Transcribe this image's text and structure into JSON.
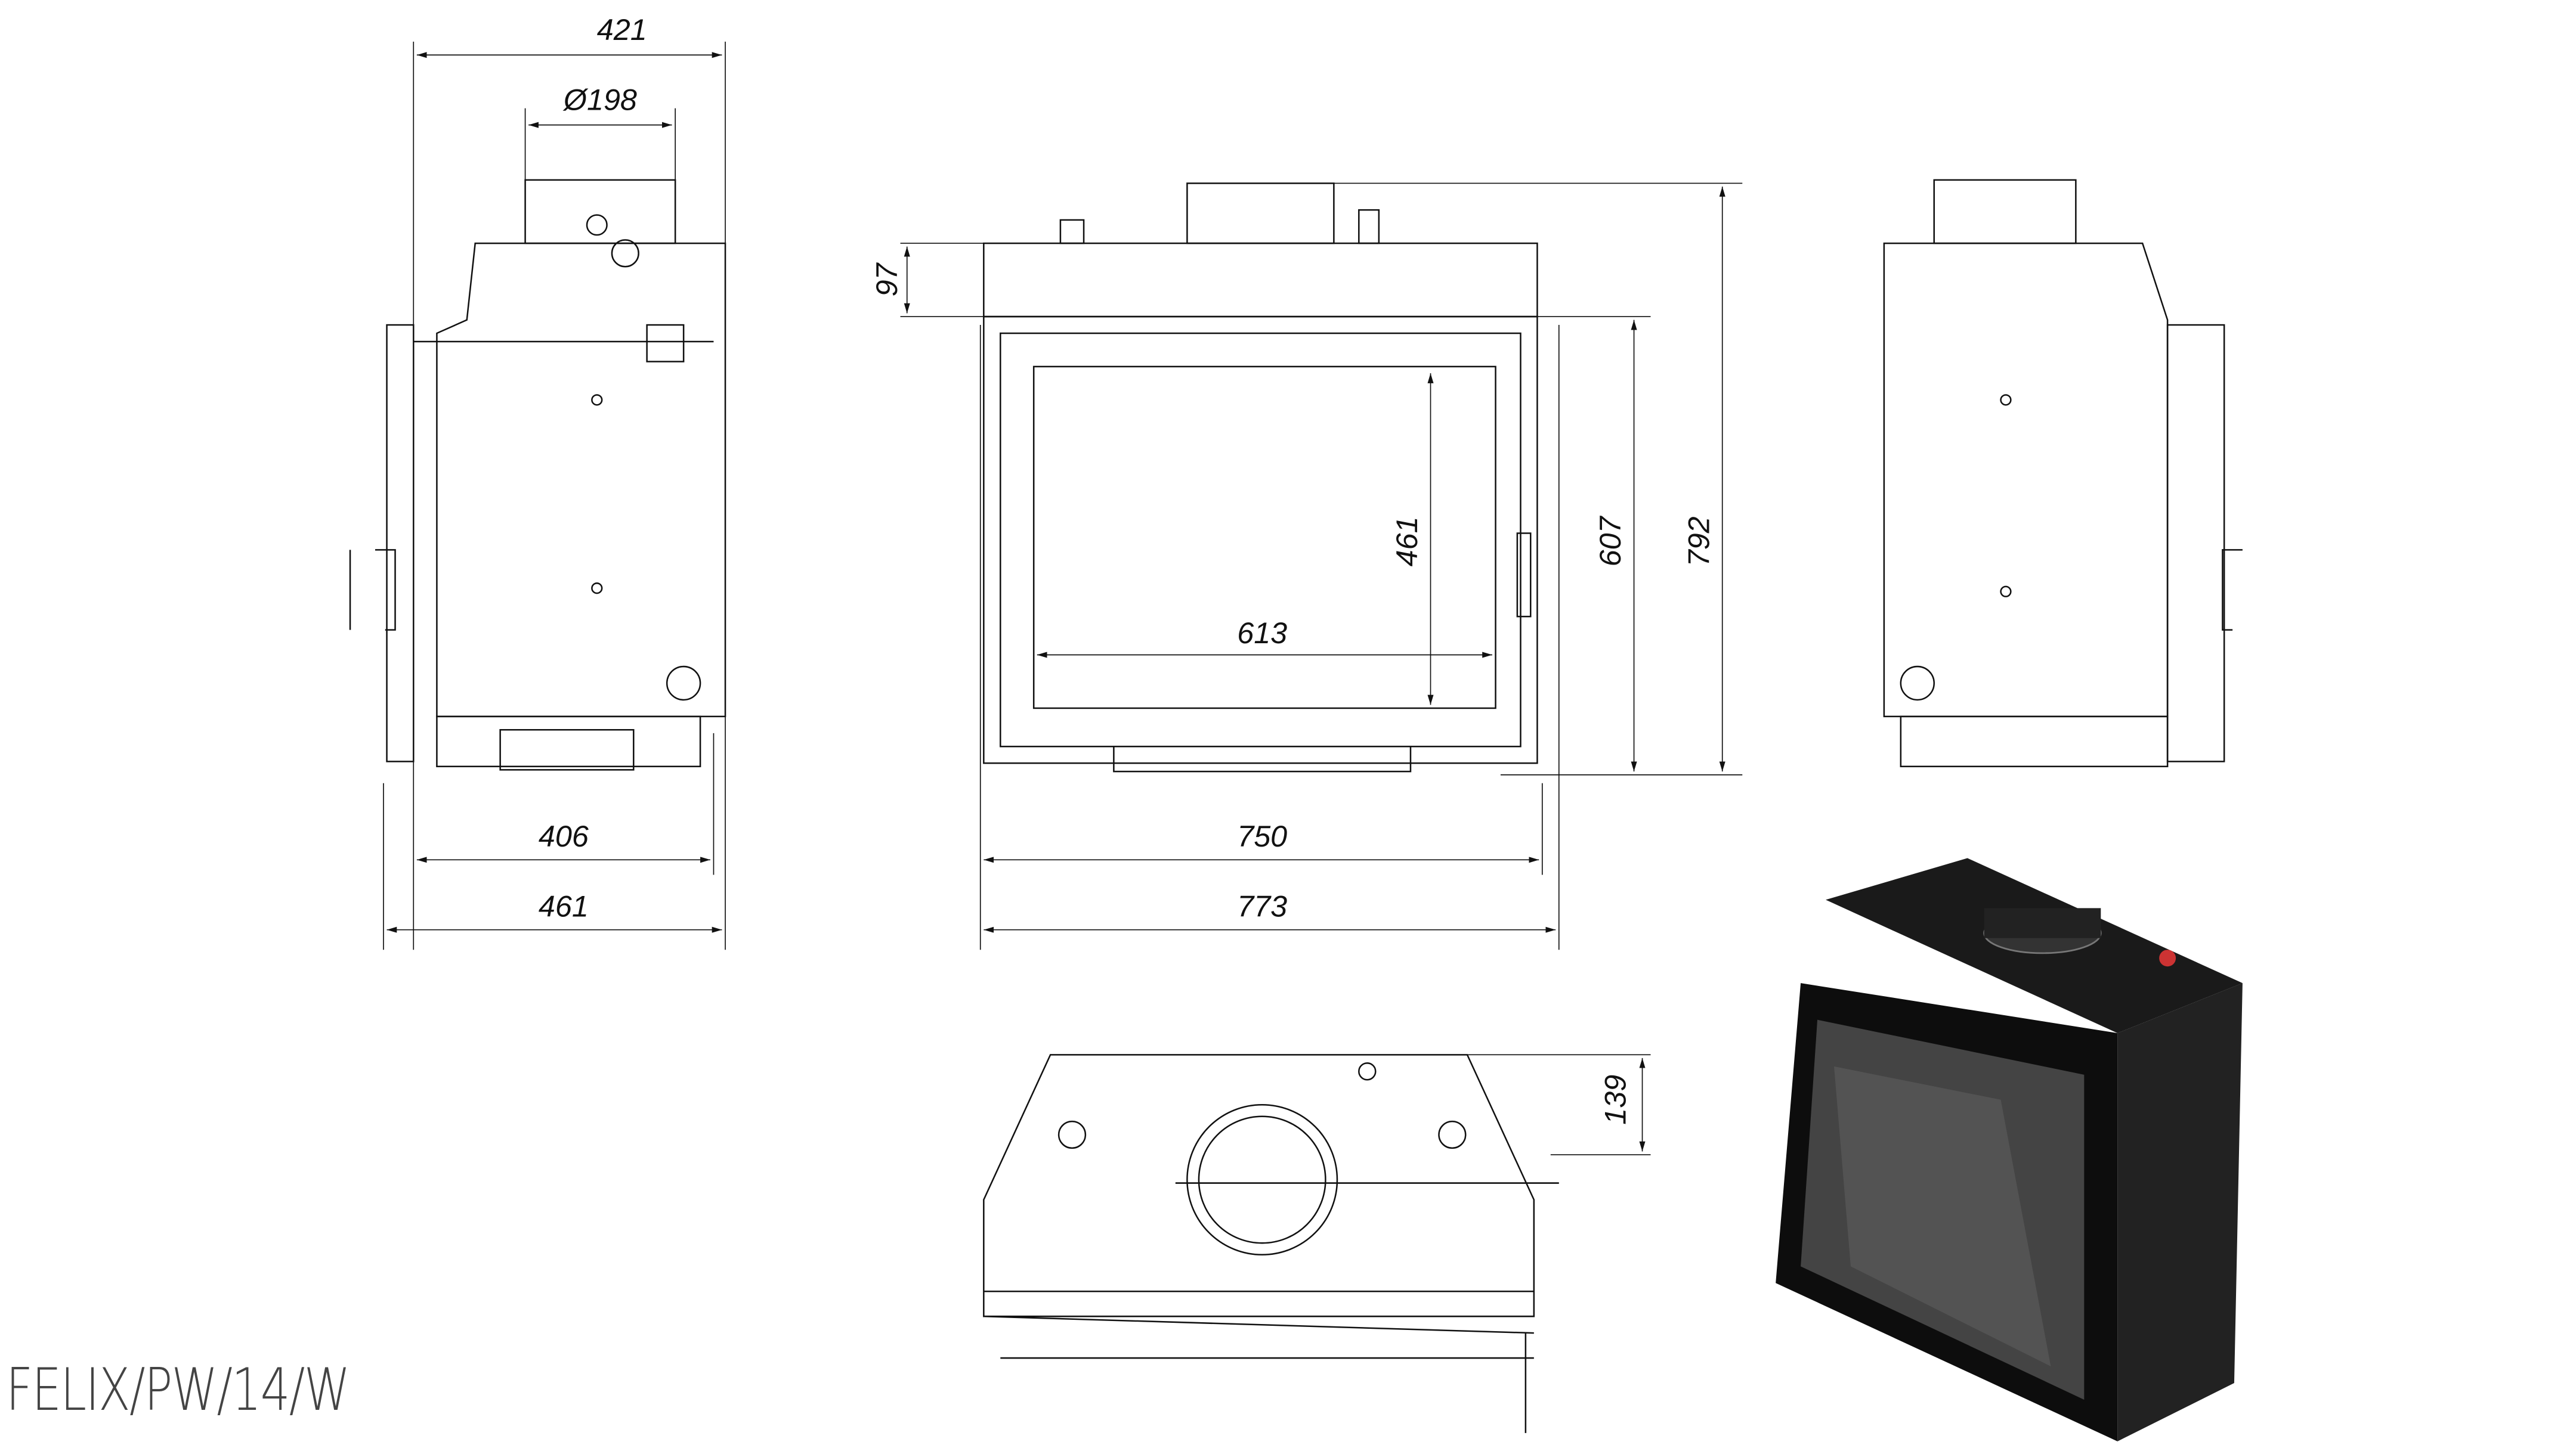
{
  "title": "FELIX/PW/14/W",
  "dimensions": {
    "side_depth_top": "421",
    "flue_diameter": "Ø198",
    "side_depth_bottom": "406",
    "side_depth_total": "461",
    "glass_height": "461",
    "glass_width": "613",
    "top_height": "97",
    "door_height": "607",
    "total_height": "792",
    "door_width": "750",
    "total_width": "773",
    "top_view_depth": "139"
  }
}
